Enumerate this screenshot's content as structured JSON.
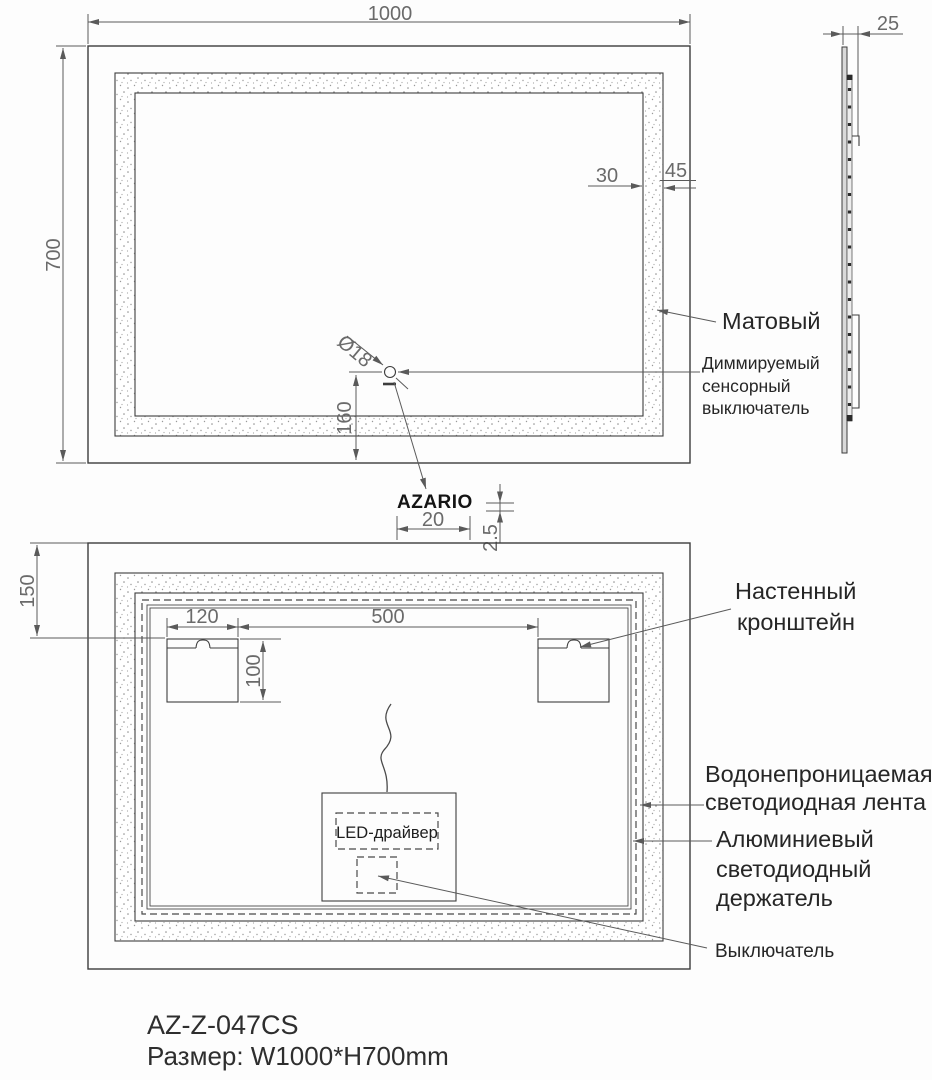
{
  "drawing": {
    "front": {
      "dim_width": "1000",
      "dim_height": "700",
      "dim_frost_band": "30",
      "dim_edge_gap": "45",
      "dim_sensor_diameter": "Ø18",
      "dim_sensor_offset": "160",
      "label_matte": "Матовый",
      "label_sensor_1": "Диммируемый",
      "label_sensor_2": "сенсорный",
      "label_sensor_3": "выключатель",
      "logo": "AZARIO",
      "dim_logo_width": "20",
      "dim_logo_gap": "2.5"
    },
    "side": {
      "dim_depth": "25"
    },
    "rear": {
      "dim_top_offset": "150",
      "dim_bracket_width": "120",
      "dim_bracket_spacing": "500",
      "dim_bracket_height": "100",
      "label_bracket_1": "Настенный",
      "label_bracket_2": "кронштейн",
      "label_led_strip_1": "Водонепроницаемая",
      "label_led_strip_2": "светодиодная лента",
      "label_profile_1": "Алюминиевый",
      "label_profile_2": "светодиодный",
      "label_profile_3": "держатель",
      "label_switch": "Выключатель",
      "label_driver": "LED-драйвер"
    }
  },
  "footer": {
    "model": "AZ-Z-047CS",
    "size": "Размер: W1000*H700mm"
  },
  "colors": {
    "object_line": "#3d3d3d",
    "dim_line": "#5a5a5a",
    "dim_text": "#6a6a6a",
    "label_text": "#262626",
    "glass_fill": "#d9d9d9",
    "background": "#fdfdfd"
  }
}
